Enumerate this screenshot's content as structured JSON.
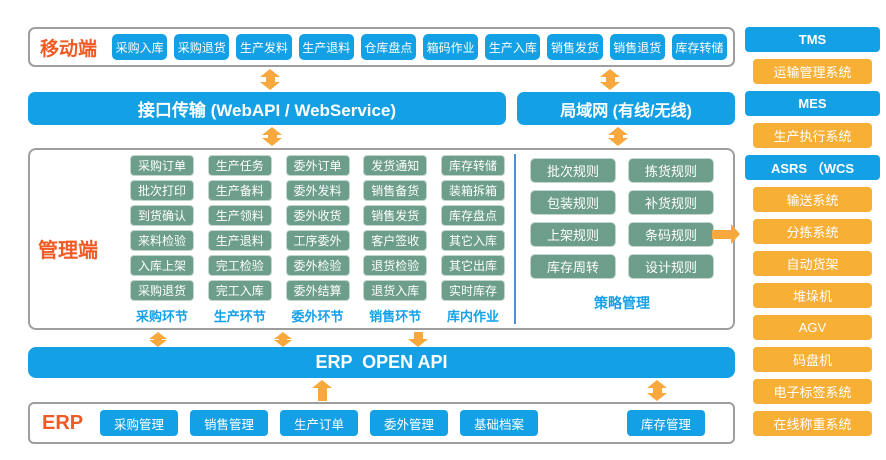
{
  "colors": {
    "blue": "#14a0e4",
    "green": "#6c9e8b",
    "orange": "#f7af35",
    "arrow_orange": "#f8a83c",
    "red_label": "#f15a24",
    "footer_blue": "#17a1e8",
    "divider_blue": "#4e8fd5",
    "panel_border": "#9e9e9e"
  },
  "mobile": {
    "label": "移动端",
    "buttons": [
      "采购入库",
      "采购退货",
      "生产发料",
      "生产退料",
      "仓库盘点",
      "箱码作业",
      "生产入库",
      "销售发货",
      "销售退货",
      "库存转储"
    ]
  },
  "bars": {
    "interface": "接口传输 (WebAPI / WebService)",
    "lan": "局域网 (有线/无线)",
    "erp_api": "ERP  OPEN API"
  },
  "management": {
    "label": "管理端",
    "columns": [
      {
        "footer": "采购环节",
        "items": [
          "采购订单",
          "批次打印",
          "到货确认",
          "来料检验",
          "入库上架",
          "采购退货"
        ]
      },
      {
        "footer": "生产环节",
        "items": [
          "生产任务",
          "生产备料",
          "生产领料",
          "生产退料",
          "完工检验",
          "完工入库"
        ]
      },
      {
        "footer": "委外环节",
        "items": [
          "委外订单",
          "委外发料",
          "委外收货",
          "工序委外",
          "委外检验",
          "委外结算"
        ]
      },
      {
        "footer": "销售环节",
        "items": [
          "发货通知",
          "销售备货",
          "销售发货",
          "客户签收",
          "退货检验",
          "退货入库"
        ]
      },
      {
        "footer": "库内作业",
        "items": [
          "库存转储",
          "装箱拆箱",
          "库存盘点",
          "其它入库",
          "其它出库",
          "实时库存"
        ]
      }
    ],
    "strategy": {
      "footer": "策略管理",
      "items": [
        "批次规则",
        "拣货规则",
        "包装规则",
        "补货规则",
        "上架规则",
        "条码规则",
        "库存周转",
        "设计规则"
      ]
    }
  },
  "erp": {
    "label": "ERP",
    "buttons": [
      "采购管理",
      "销售管理",
      "生产订单",
      "委外管理",
      "基础档案"
    ],
    "right_button": "库存管理"
  },
  "right_panel": {
    "items": [
      {
        "label": "TMS",
        "type": "blue"
      },
      {
        "label": "运输管理系统",
        "type": "orange"
      },
      {
        "label": "MES",
        "type": "blue"
      },
      {
        "label": "生产执行系统",
        "type": "orange"
      },
      {
        "label": "ASRS （WCS",
        "type": "blue"
      },
      {
        "label": "输送系统",
        "type": "orange"
      },
      {
        "label": "分拣系统",
        "type": "orange"
      },
      {
        "label": "自动货架",
        "type": "orange"
      },
      {
        "label": "堆垛机",
        "type": "orange"
      },
      {
        "label": "AGV",
        "type": "orange"
      },
      {
        "label": "码盘机",
        "type": "orange"
      },
      {
        "label": "电子标签系统",
        "type": "orange"
      },
      {
        "label": "在线称重系统",
        "type": "orange"
      }
    ]
  }
}
